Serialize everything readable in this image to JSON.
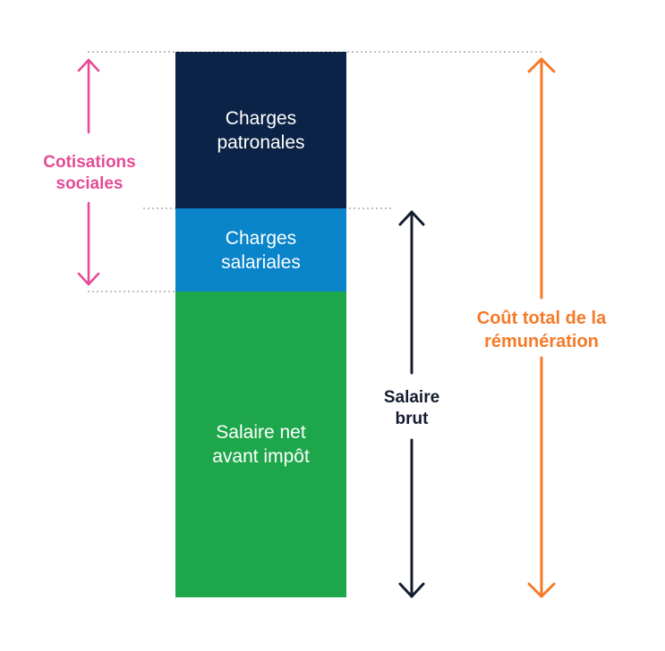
{
  "colors": {
    "patronales": "#0b2346",
    "salariales": "#0a84c9",
    "net": "#1ea64b",
    "cotisations": "#e44c96",
    "brut": "#141c2e",
    "cout": "#f47a28",
    "guide": "#999999"
  },
  "segments": {
    "patronales": {
      "line1": "Charges",
      "line2": "patronales"
    },
    "salariales": {
      "line1": "Charges",
      "line2": "salariales"
    },
    "net": {
      "line1": "Salaire net",
      "line2": "avant impôt"
    }
  },
  "labels": {
    "cotisations": {
      "line1": "Cotisations",
      "line2": "sociales"
    },
    "brut": {
      "line1": "Salaire",
      "line2": "brut"
    },
    "cout": {
      "line1": "Coût total de la",
      "line2": "rémunération"
    }
  },
  "icons": {
    "cotisations_arrow": "double-headed-arrow",
    "brut_arrow": "double-headed-arrow",
    "cout_arrow": "double-headed-arrow"
  }
}
